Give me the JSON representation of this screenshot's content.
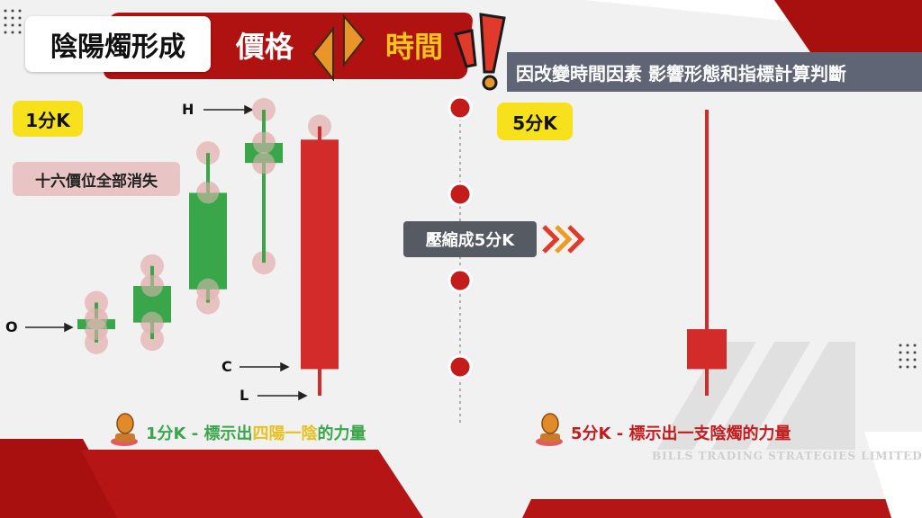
{
  "title": {
    "main": "陰陽燭形成",
    "word_left": "價格",
    "word_right": "時間"
  },
  "subtitle": "因改變時間因素 影響形態和指標計算判斷",
  "left_panel": {
    "timeframe_label": "1分K",
    "note": "十六價位全部消失",
    "points": {
      "open": "O",
      "high": "H",
      "close": "C",
      "low": "L"
    },
    "caption_prefix": "1分K - 標示出",
    "caption_highlight": "四陽一陰",
    "caption_suffix": "的力量"
  },
  "middle": {
    "compress_label": "壓縮成5分K"
  },
  "right_panel": {
    "timeframe_label": "5分K",
    "caption": "5分K - 標示出一支陰燭的力量"
  },
  "watermark": "BILLS TRADING STRATEGIES LIMITED",
  "colors": {
    "accent_red": "#b01212",
    "bull_green": "#3aa64a",
    "bear_red": "#d32a2a",
    "label_yellow": "#f7e11c",
    "highlight_text": "#e8c020",
    "dot_pink": "#e6b8b8",
    "dark_gray": "#555a63"
  },
  "icons": [
    "stamp-icon",
    "exclamation-icon",
    "triangle-arrow-icon",
    "chevron-right-icon"
  ],
  "chart_data": {
    "type": "candlestick",
    "title": "",
    "series": [
      {
        "name": "1分K",
        "candles": [
          {
            "type": "bull",
            "open": 25,
            "close": 28,
            "high": 33,
            "low": 21
          },
          {
            "type": "bull",
            "open": 27,
            "close": 38,
            "high": 44,
            "low": 22
          },
          {
            "type": "bull",
            "open": 37,
            "close": 66,
            "high": 78,
            "low": 33
          },
          {
            "type": "bull",
            "open": 75,
            "close": 81,
            "high": 91,
            "low": 45
          },
          {
            "type": "bear",
            "open": 82,
            "close": 13,
            "high": 86,
            "low": 5
          }
        ]
      },
      {
        "name": "5分K",
        "candles": [
          {
            "type": "bear",
            "open": 25,
            "close": 13,
            "high": 91,
            "low": 5
          }
        ]
      }
    ]
  }
}
